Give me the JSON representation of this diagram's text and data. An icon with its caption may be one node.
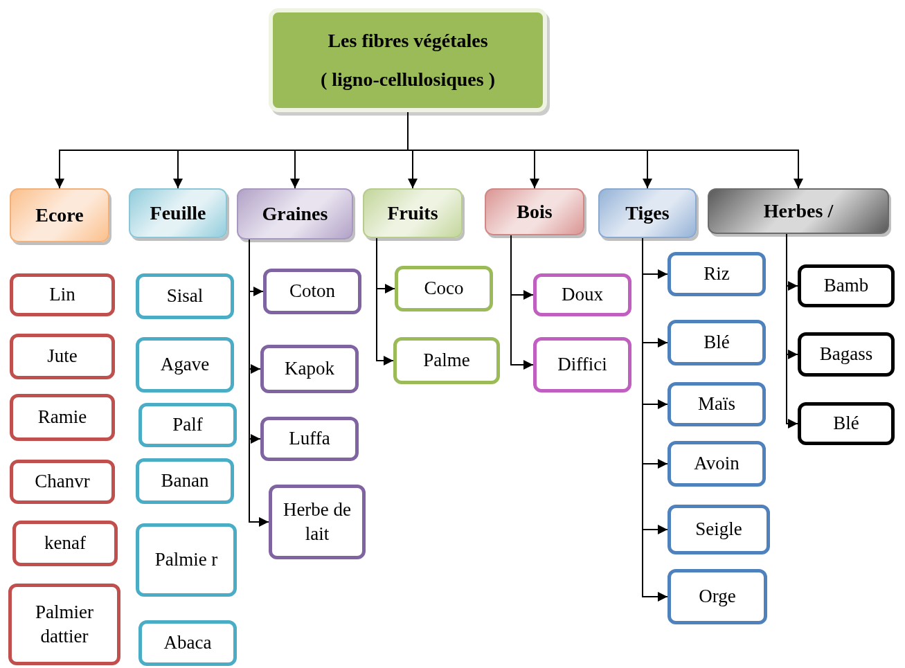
{
  "diagram": {
    "nodes": [
      {
        "text": [
          "Les fibres végétales",
          "( ligno-cellulosiques )"
        ]
      },
      {
        "text": [
          "Ecore"
        ]
      },
      {
        "text": [
          "Feuille"
        ]
      },
      {
        "text": [
          "Graines"
        ]
      },
      {
        "text": [
          "Fruits"
        ]
      },
      {
        "text": [
          "Bois"
        ]
      },
      {
        "text": [
          "Tiges"
        ]
      },
      {
        "text": [
          "Herbes /"
        ]
      },
      {
        "text": [
          "Lin"
        ]
      },
      {
        "text": [
          "Jute"
        ]
      },
      {
        "text": [
          "Ramie"
        ]
      },
      {
        "text": [
          "Chanvr"
        ]
      },
      {
        "text": [
          "kenaf"
        ]
      },
      {
        "text": [
          "Palmier dattier"
        ]
      },
      {
        "text": [
          "Sisal"
        ]
      },
      {
        "text": [
          "Agave"
        ]
      },
      {
        "text": [
          "Palf"
        ]
      },
      {
        "text": [
          "Banan"
        ]
      },
      {
        "text": [
          "Palmie r"
        ]
      },
      {
        "text": [
          "Abaca"
        ]
      },
      {
        "text": [
          "Coton"
        ]
      },
      {
        "text": [
          "Kapok"
        ]
      },
      {
        "text": [
          "Luffa"
        ]
      },
      {
        "text": [
          "Herbe de lait"
        ]
      },
      {
        "text": [
          "Coco"
        ]
      },
      {
        "text": [
          "Palme"
        ]
      },
      {
        "text": [
          "Doux"
        ]
      },
      {
        "text": [
          "Diffici"
        ]
      },
      {
        "text": [
          "Riz"
        ]
      },
      {
        "text": [
          "Blé"
        ]
      },
      {
        "text": [
          "Maïs"
        ]
      },
      {
        "text": [
          "Avoin"
        ]
      },
      {
        "text": [
          "Seigle"
        ]
      },
      {
        "text": [
          "Orge"
        ]
      },
      {
        "text": [
          "Bamb"
        ]
      },
      {
        "text": [
          "Bagass"
        ]
      },
      {
        "text": [
          "Blé"
        ]
      }
    ],
    "edges": [
      {
        "from": 0,
        "to": 1,
        "arrow": "to"
      },
      {
        "from": 0,
        "to": 2,
        "arrow": "to"
      },
      {
        "from": 0,
        "to": 3,
        "arrow": "to"
      },
      {
        "from": 0,
        "to": 4,
        "arrow": "to"
      },
      {
        "from": 0,
        "to": 5,
        "arrow": "to"
      },
      {
        "from": 0,
        "to": 6,
        "arrow": "to"
      },
      {
        "from": 0,
        "to": 7,
        "arrow": "to"
      },
      {
        "from": 3,
        "to": 20,
        "arrow": "to"
      },
      {
        "from": 3,
        "to": 21,
        "arrow": "to"
      },
      {
        "from": 3,
        "to": 22,
        "arrow": "to"
      },
      {
        "from": 3,
        "to": 23,
        "arrow": "to"
      },
      {
        "from": 4,
        "to": 24,
        "arrow": "to"
      },
      {
        "from": 4,
        "to": 25,
        "arrow": "to"
      },
      {
        "from": 5,
        "to": 26,
        "arrow": "to"
      },
      {
        "from": 5,
        "to": 27,
        "arrow": "to"
      },
      {
        "from": 6,
        "to": 28,
        "arrow": "to"
      },
      {
        "from": 6,
        "to": 29,
        "arrow": "to"
      },
      {
        "from": 6,
        "to": 30,
        "arrow": "to"
      },
      {
        "from": 6,
        "to": 31,
        "arrow": "to"
      },
      {
        "from": 6,
        "to": 32,
        "arrow": "to"
      },
      {
        "from": 6,
        "to": 33,
        "arrow": "to"
      },
      {
        "from": 7,
        "to": 34,
        "arrow": "to"
      },
      {
        "from": 7,
        "to": 35,
        "arrow": "to"
      },
      {
        "from": 7,
        "to": 36,
        "arrow": "to"
      }
    ]
  }
}
